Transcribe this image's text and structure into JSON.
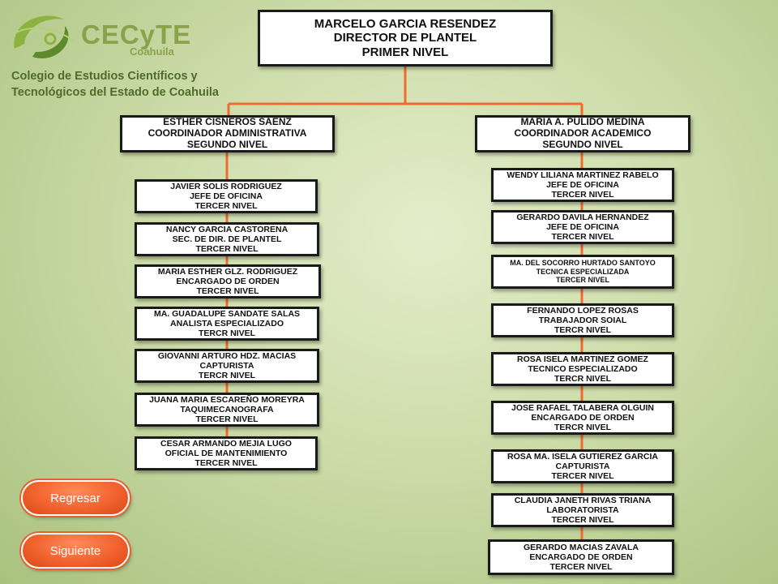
{
  "logo": {
    "brand": "CECyTE",
    "sub": "Coahuila",
    "line1": "Colegio de Estudios Científicos y",
    "line2": "Tecnológicos del Estado de Coahuila"
  },
  "top": [
    "MARCELO GARCIA RESENDEZ",
    "DIRECTOR DE PLANTEL",
    "PRIMER NIVEL"
  ],
  "left_head": [
    "ESTHER CISNEROS SÁENZ",
    "COORDINADOR ADMINISTRATIVA",
    "SEGUNDO NIVEL"
  ],
  "right_head": [
    "MARIA A. PULIDO MEDINA",
    "COORDINADOR ACADEMICO",
    "SEGUNDO NIVEL"
  ],
  "left_nodes": [
    [
      "JAVIER SOLIS RODRIGUEZ",
      "JEFE DE OFICINA",
      "TERCER NIVEL"
    ],
    [
      "NANCY GARCIA CASTORENA",
      "SEC. DE DIR. DE PLANTEL",
      "TERCER NIVEL"
    ],
    [
      "MARIA ESTHER GLZ. RODRIGUEZ",
      "ENCARGADO DE ORDEN",
      "TERCER NIVEL"
    ],
    [
      "MA. GUADALUPE SANDATE SALAS",
      "ANALISTA ESPECIALIZADO",
      "TERCR NIVEL"
    ],
    [
      "GIOVANNI ARTURO HDZ. MACIAS",
      "CAPTURISTA",
      "TERCR NIVEL"
    ],
    [
      "JUANA MARIA ESCAREÑO MOREYRA",
      "TAQUIMECANOGRAFA",
      "TERCER NIVEL"
    ],
    [
      "CESAR ARMANDO MEJIA LUGO",
      "OFICIAL DE MANTENIMIENTO",
      "TERCER NIVEL"
    ]
  ],
  "right_nodes": [
    [
      "WENDY LILIANA MARTINEZ RABELO",
      "JEFE DE OFICINA",
      "TERCER NIVEL"
    ],
    [
      "GERARDO DAVILA HERNANDEZ",
      "JEFE DE OFICINA",
      "TERCER NIVEL"
    ],
    [
      "MA. DEL SOCORRO HURTADO SANTOYO",
      "TECNICA ESPECIALIZADA",
      "TERCER NIVEL"
    ],
    [
      "FERNANDO LOPEZ ROSAS",
      "TRABAJADOR SOIAL",
      "TERCR NIVEL"
    ],
    [
      "ROSA ISELA MARTINEZ GOMEZ",
      "TECNICO ESPECIALIZADO",
      "TERCR NIVEL"
    ],
    [
      "JOSE RAFAEL TALABERA OLGUIN",
      "ENCARGADO DE ORDEN",
      "TERCR NIVEL"
    ],
    [
      "ROSA MA. ISELA GUTIEREZ GARCIA",
      "CAPTURISTA",
      "TERCER NIVEL"
    ],
    [
      "CLAUDIA JANETH RIVAS TRIANA",
      "LABORATORISTA",
      "TERCER NIVEL"
    ],
    [
      "GERARDO MACIAS ZAVALA",
      "ENCARGADO DE ORDEN",
      "TERCER NIVEL"
    ]
  ],
  "buttons": {
    "back": "Regresar",
    "next": "Siguiente"
  },
  "colors": {
    "connector": "#f26a2e",
    "button": "#f0602b",
    "brand": "#8aa34a"
  }
}
